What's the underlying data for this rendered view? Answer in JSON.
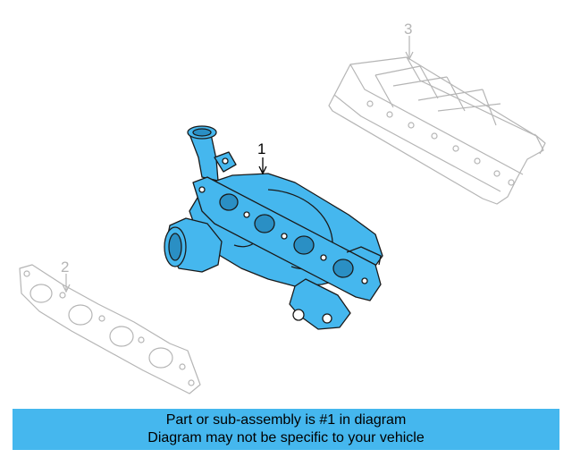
{
  "callouts": {
    "part_1": "1",
    "part_2": "2",
    "part_3": "3"
  },
  "banner": {
    "line1": "Part or sub-assembly is #1 in diagram",
    "line2": "Diagram may not be specific to your vehicle"
  },
  "colors": {
    "highlight": "#45b7ee",
    "ghost_line": "#b5b5b5",
    "banner_background": "#45b7ee"
  }
}
